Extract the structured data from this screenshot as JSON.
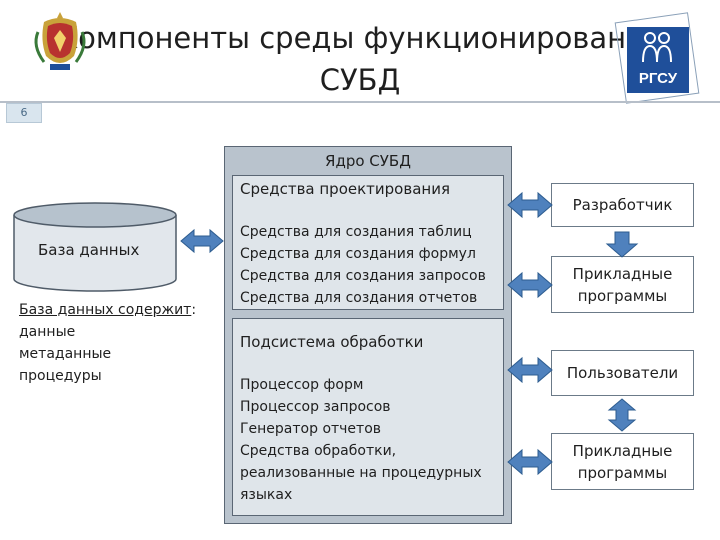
{
  "header": {
    "title_line1": "Компоненты среды функционирования",
    "title_line2": "СУБД",
    "slide_number": "6",
    "logo_text": "РГСУ"
  },
  "database": {
    "label": "База данных",
    "contains_title": "База данных содержит",
    "contains_colon": ":",
    "contains_items": [
      "данные",
      "метаданные",
      "процедуры"
    ]
  },
  "core": {
    "title": "Ядро СУБД",
    "design_tools": {
      "title": "Средства проектирования",
      "items": [
        "Средства для создания таблиц",
        "Средства для создания формул",
        "Средства для создания запросов",
        "Средства для создания отчетов"
      ]
    },
    "processing": {
      "title": "Подсистема обработки",
      "items": [
        "Процессор форм",
        "Процессор запросов",
        "Генератор отчетов",
        "Средства обработки,",
        "реализованные на процедурных",
        "языках"
      ]
    }
  },
  "right_boxes": {
    "developer": "Разработчик",
    "apps1": [
      "Прикладные",
      "программы"
    ],
    "users": "Пользователи",
    "apps2": [
      "Прикладные",
      "программы"
    ]
  },
  "colors": {
    "arrow_fill": "#4f81bd",
    "arrow_stroke": "#2d5c8f",
    "outer_box": "#b9c3cd",
    "inner_box": "#dfe5ea",
    "logo_blue": "#1f4f9a"
  }
}
